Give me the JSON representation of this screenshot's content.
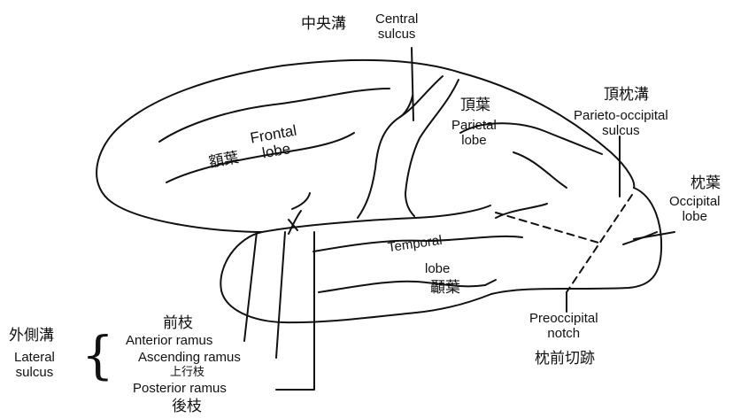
{
  "labels": {
    "central_sulcus_cjk": "中央溝",
    "central_sulcus_en": "Central\nsulcus",
    "frontal_en": "Frontal\nlobe",
    "frontal_cjk": "額葉",
    "parietal_cjk": "頂葉",
    "parietal_en": "Parietal\nlobe",
    "parieto_occipital_cjk": "頂枕溝",
    "parieto_occipital_en": "Parieto-occipital\nsulcus",
    "occipital_cjk": "枕葉",
    "occipital_en": "Occipital\nlobe",
    "temporal_en": "Temporal",
    "temporal_lobe_en": "lobe",
    "temporal_cjk": "顳葉",
    "preoccipital_en": "Preoccipital\nnotch",
    "preoccipital_cjk": "枕前切跡",
    "anterior_ramus_cjk": "前枝",
    "anterior_ramus_en": "Anterior ramus",
    "ascending_ramus_en": "Ascending ramus",
    "ascending_ramus_cjk": "上行枝",
    "posterior_ramus_en": "Posterior ramus",
    "posterior_ramus_cjk": "後枝",
    "lateral_sulcus_cjk": "外側溝",
    "lateral_sulcus_en": "Lateral\nsulcus",
    "brace": "{"
  },
  "colors": {
    "ink": "#111111",
    "background": "#ffffff"
  }
}
